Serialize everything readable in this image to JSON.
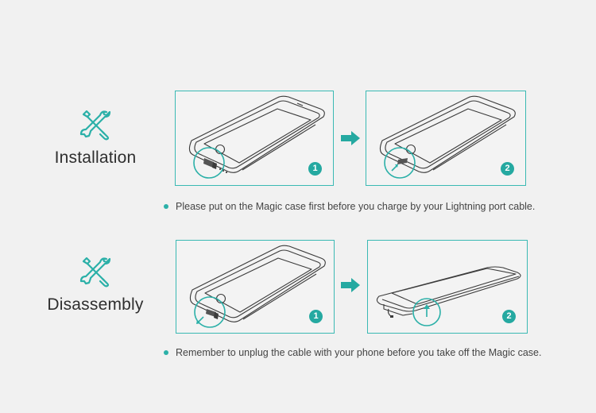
{
  "colors": {
    "accent": "#2bb0a8",
    "panel_border": "#3ab9b3",
    "text": "#2f2f2f",
    "background": "#f1f1f1"
  },
  "installation": {
    "title": "Installation",
    "icon": "wrench-screwdriver-icon",
    "step1": "1",
    "step2": "2",
    "note": "Please put on the Magic case first before you charge by your Lightning port cable."
  },
  "disassembly": {
    "title": "Disassembly",
    "icon": "wrench-screwdriver-icon",
    "step1": "1",
    "step2": "2",
    "note": "Remember to unplug the cable with your phone before you take off the Magic case."
  }
}
